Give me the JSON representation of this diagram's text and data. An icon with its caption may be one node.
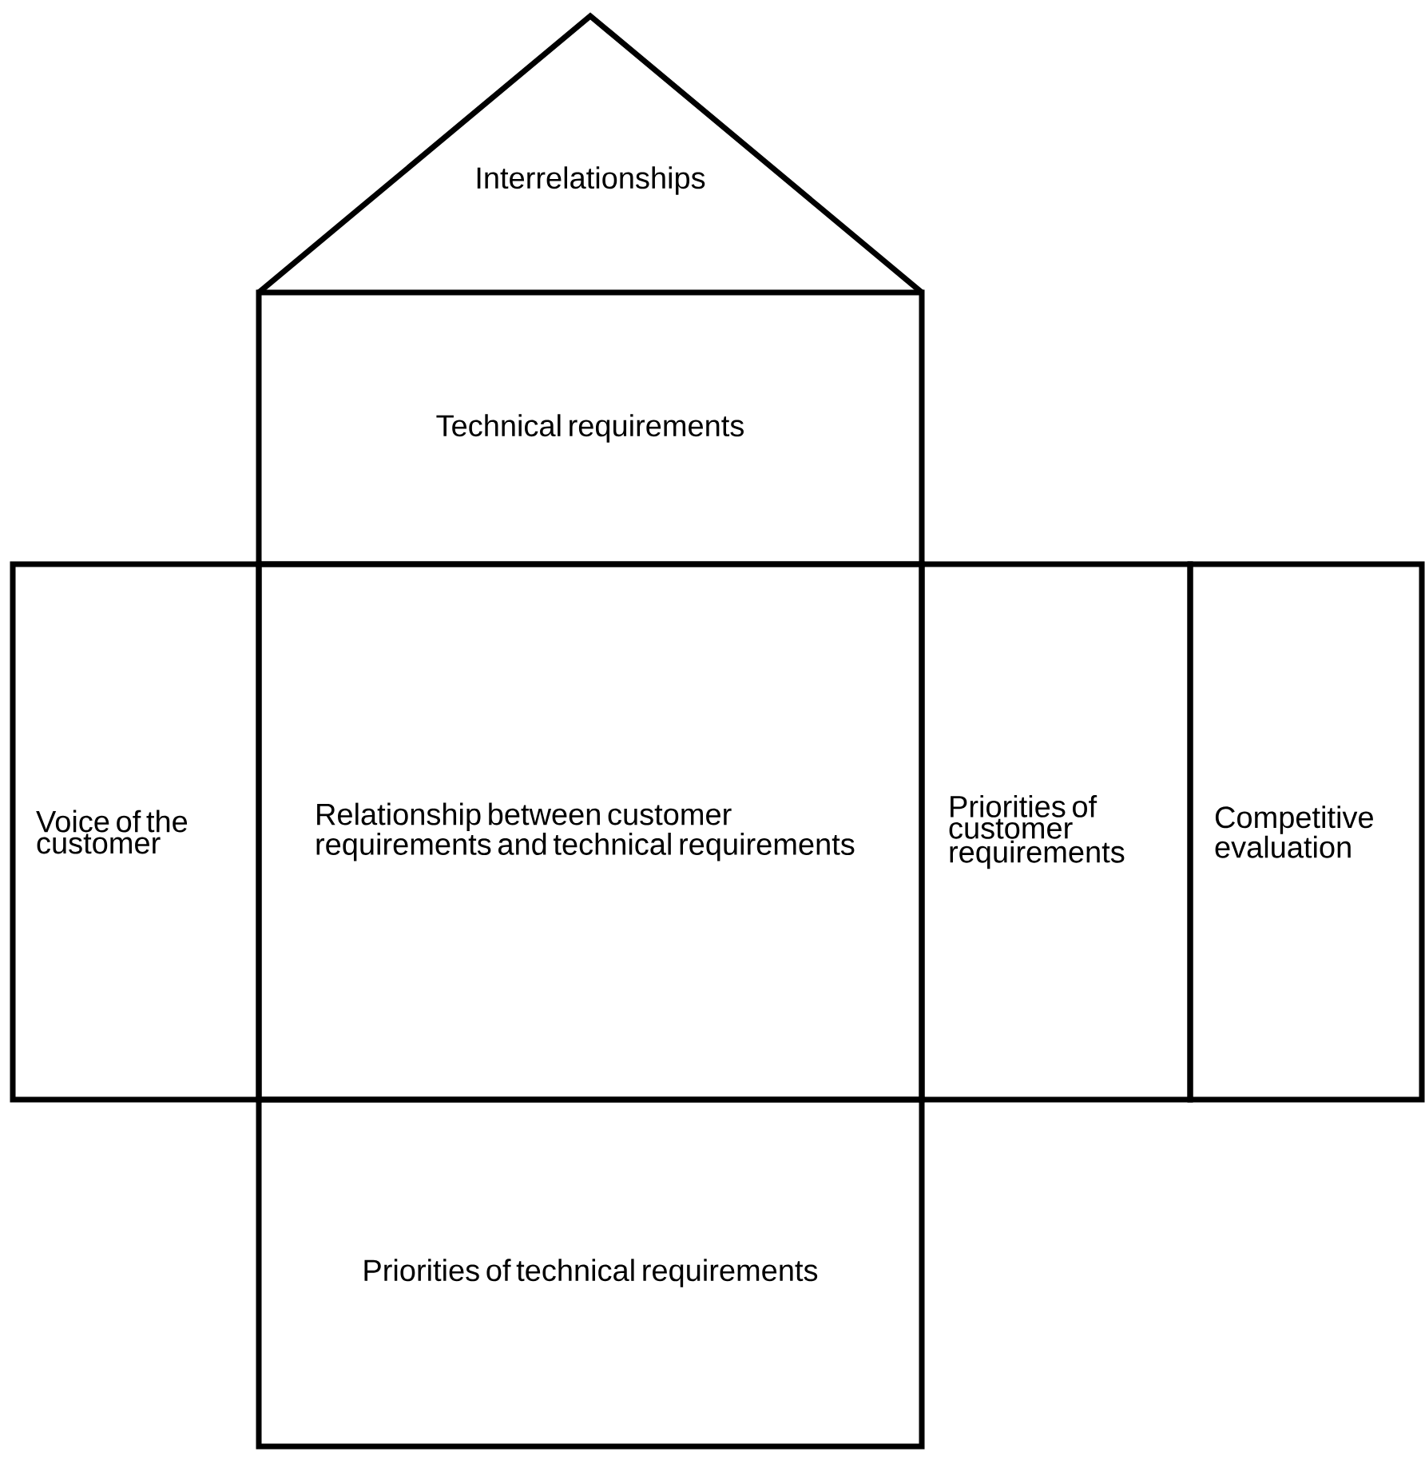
{
  "diagram": {
    "nodes": [
      {
        "text": [
          "Interrelationships"
        ]
      },
      {
        "text": [
          "Technical requirements"
        ]
      },
      {
        "text": [
          "Voice of the customer"
        ]
      },
      {
        "text": [
          "Relationship between customer requirements and technical requirements"
        ]
      },
      {
        "text": [
          "Priorities of customer requirements"
        ]
      },
      {
        "text": [
          "Competitive evaluation"
        ]
      },
      {
        "text": [
          "Priorities of technical requirements"
        ]
      }
    ],
    "edges": []
  }
}
